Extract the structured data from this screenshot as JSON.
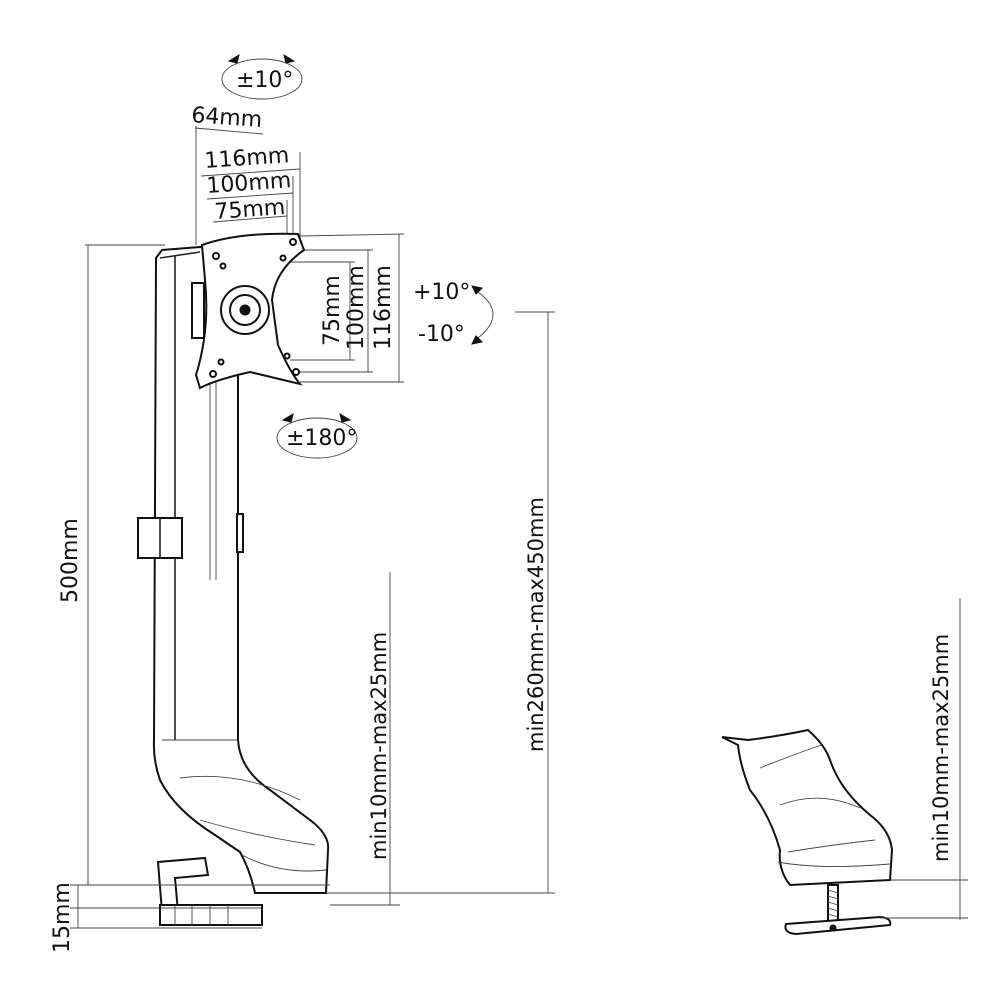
{
  "labels": {
    "tilt_top": "±10°",
    "vesa_64": "64mm",
    "vesa_116_h": "116mm",
    "vesa_100_h": "100mm",
    "vesa_75_h": "75mm",
    "vesa_75_v": "75mm",
    "vesa_100_v": "100mm",
    "vesa_116_v": "116mm",
    "tilt_up": "+10°",
    "tilt_down": "-10°",
    "rotation": "±180°",
    "height_total": "500mm",
    "height_range": "min260mm-max450mm",
    "desk_thickness_1": "min10mm-max25mm",
    "desk_thickness_2": "min10mm-max25mm",
    "base_15": "15mm"
  },
  "colors": {
    "line": "#222222",
    "fill_dark": "#111111",
    "background": "#ffffff"
  }
}
